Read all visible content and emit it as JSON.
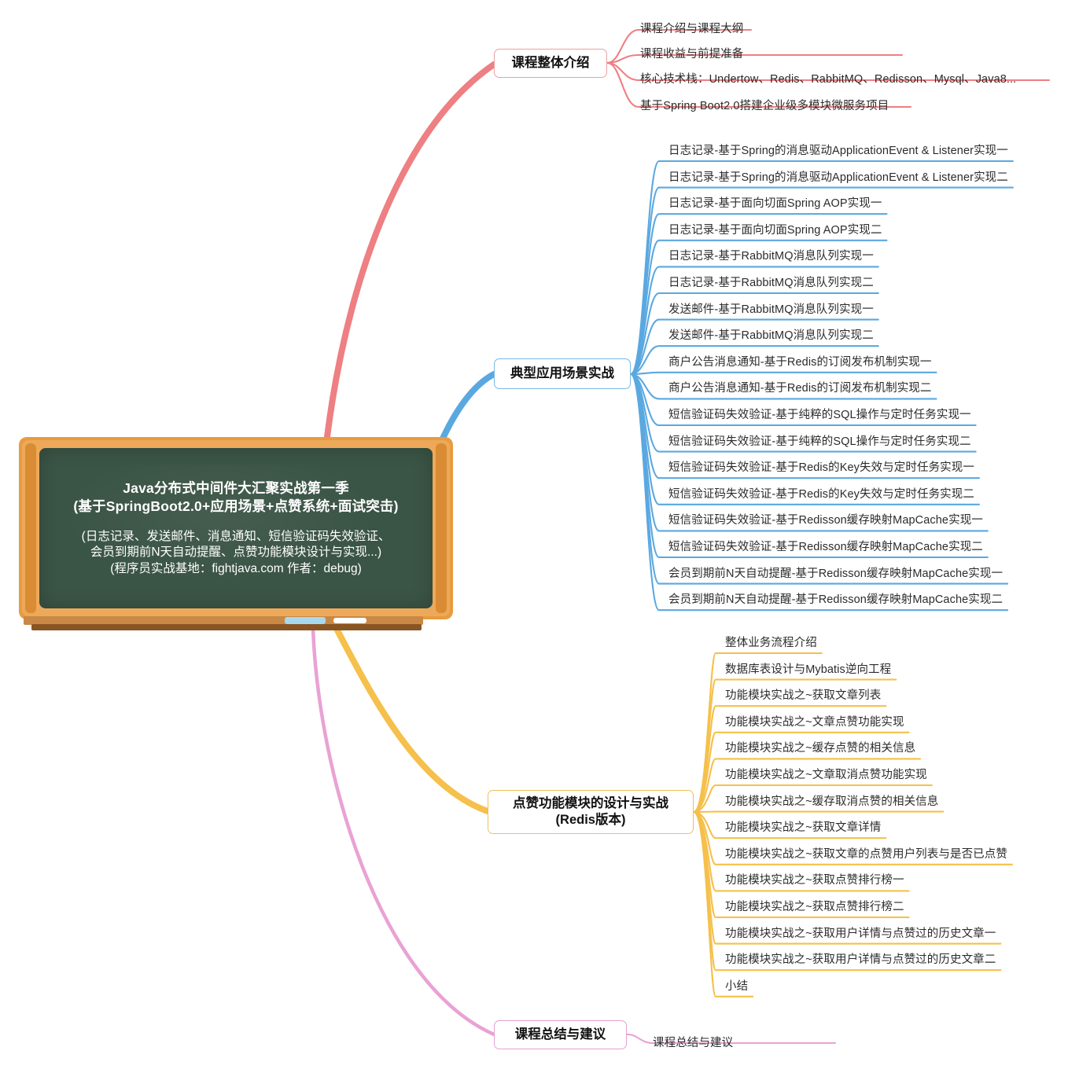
{
  "central": {
    "title_line1": "Java分布式中间件大汇聚实战第一季",
    "title_line2": "(基于SpringBoot2.0+应用场景+点赞系统+面试突击)",
    "sub_line1": "(日志记录、发送邮件、消息通知、短信验证码失效验证、",
    "sub_line2": "会员到期前N天自动提醒、点赞功能模块设计与实现...)",
    "sub_line3": "(程序员实战基地：fightjava.com 作者：debug)"
  },
  "colors": {
    "branch1": "#ee7f82",
    "branch2": "#5aa8e0",
    "branch3": "#f5c04b",
    "branch4": "#e9a2d4",
    "board_frame": "#e89b3f",
    "board_green": "#3a5445",
    "leaf_text": "#2b2b2b"
  },
  "branches": [
    {
      "label": "课程整体介绍",
      "color": "#ee7f82",
      "leaves": [
        "课程介绍与课程大纲",
        "课程收益与前提准备",
        "核心技术栈：Undertow、Redis、RabbitMQ、Redisson、Mysql、Java8...",
        "基于Spring Boot2.0搭建企业级多模块微服务项目"
      ]
    },
    {
      "label": "典型应用场景实战",
      "color": "#5aa8e0",
      "leaves": [
        "日志记录-基于Spring的消息驱动ApplicationEvent & Listener实现一",
        "日志记录-基于Spring的消息驱动ApplicationEvent & Listener实现二",
        "日志记录-基于面向切面Spring AOP实现一",
        "日志记录-基于面向切面Spring AOP实现二",
        "日志记录-基于RabbitMQ消息队列实现一",
        "日志记录-基于RabbitMQ消息队列实现二",
        "发送邮件-基于RabbitMQ消息队列实现一",
        "发送邮件-基于RabbitMQ消息队列实现二",
        "商户公告消息通知-基于Redis的订阅发布机制实现一",
        "商户公告消息通知-基于Redis的订阅发布机制实现二",
        "短信验证码失效验证-基于纯粹的SQL操作与定时任务实现一",
        "短信验证码失效验证-基于纯粹的SQL操作与定时任务实现二",
        "短信验证码失效验证-基于Redis的Key失效与定时任务实现一",
        "短信验证码失效验证-基于Redis的Key失效与定时任务实现二",
        "短信验证码失效验证-基于Redisson缓存映射MapCache实现一",
        "短信验证码失效验证-基于Redisson缓存映射MapCache实现二",
        "会员到期前N天自动提醒-基于Redisson缓存映射MapCache实现一",
        "会员到期前N天自动提醒-基于Redisson缓存映射MapCache实现二"
      ]
    },
    {
      "label_line1": "点赞功能模块的设计与实战",
      "label_line2": "(Redis版本)",
      "color": "#f5c04b",
      "leaves": [
        "整体业务流程介绍",
        "数据库表设计与Mybatis逆向工程",
        "功能模块实战之~获取文章列表",
        "功能模块实战之~文章点赞功能实现",
        "功能模块实战之~缓存点赞的相关信息",
        "功能模块实战之~文章取消点赞功能实现",
        "功能模块实战之~缓存取消点赞的相关信息",
        "功能模块实战之~获取文章详情",
        "功能模块实战之~获取文章的点赞用户列表与是否已点赞",
        "功能模块实战之~获取点赞排行榜一",
        "功能模块实战之~获取点赞排行榜二",
        "功能模块实战之~获取用户详情与点赞过的历史文章一",
        "功能模块实战之~获取用户详情与点赞过的历史文章二",
        "小结"
      ]
    },
    {
      "label": "课程总结与建议",
      "color": "#e9a2d4",
      "leaves": [
        "课程总结与建议"
      ]
    }
  ]
}
